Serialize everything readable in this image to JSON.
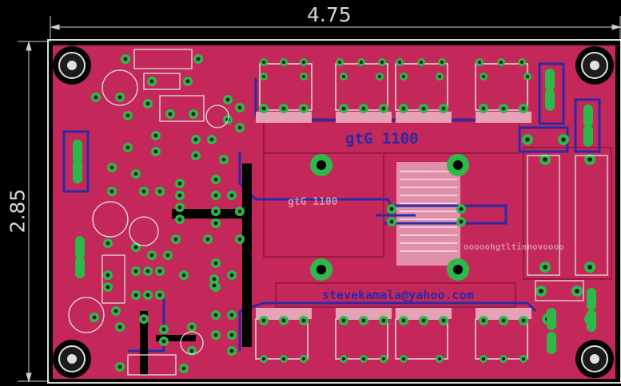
{
  "dimensions": {
    "width_label": "4.75",
    "height_label": "2.85"
  },
  "labels": {
    "title": "gtG 1100",
    "title_inner": "gtG 1100",
    "email": "stevekamala@yahoo.com",
    "website": "ooooohgtltinnovoooo"
  },
  "colors": {
    "board": "#c4285a",
    "copper_top": "#d01f4b",
    "copper_bottom": "#2a2aa8",
    "pad": "#2eb84a",
    "silk": "#e8e8e8",
    "background": "#000000"
  }
}
